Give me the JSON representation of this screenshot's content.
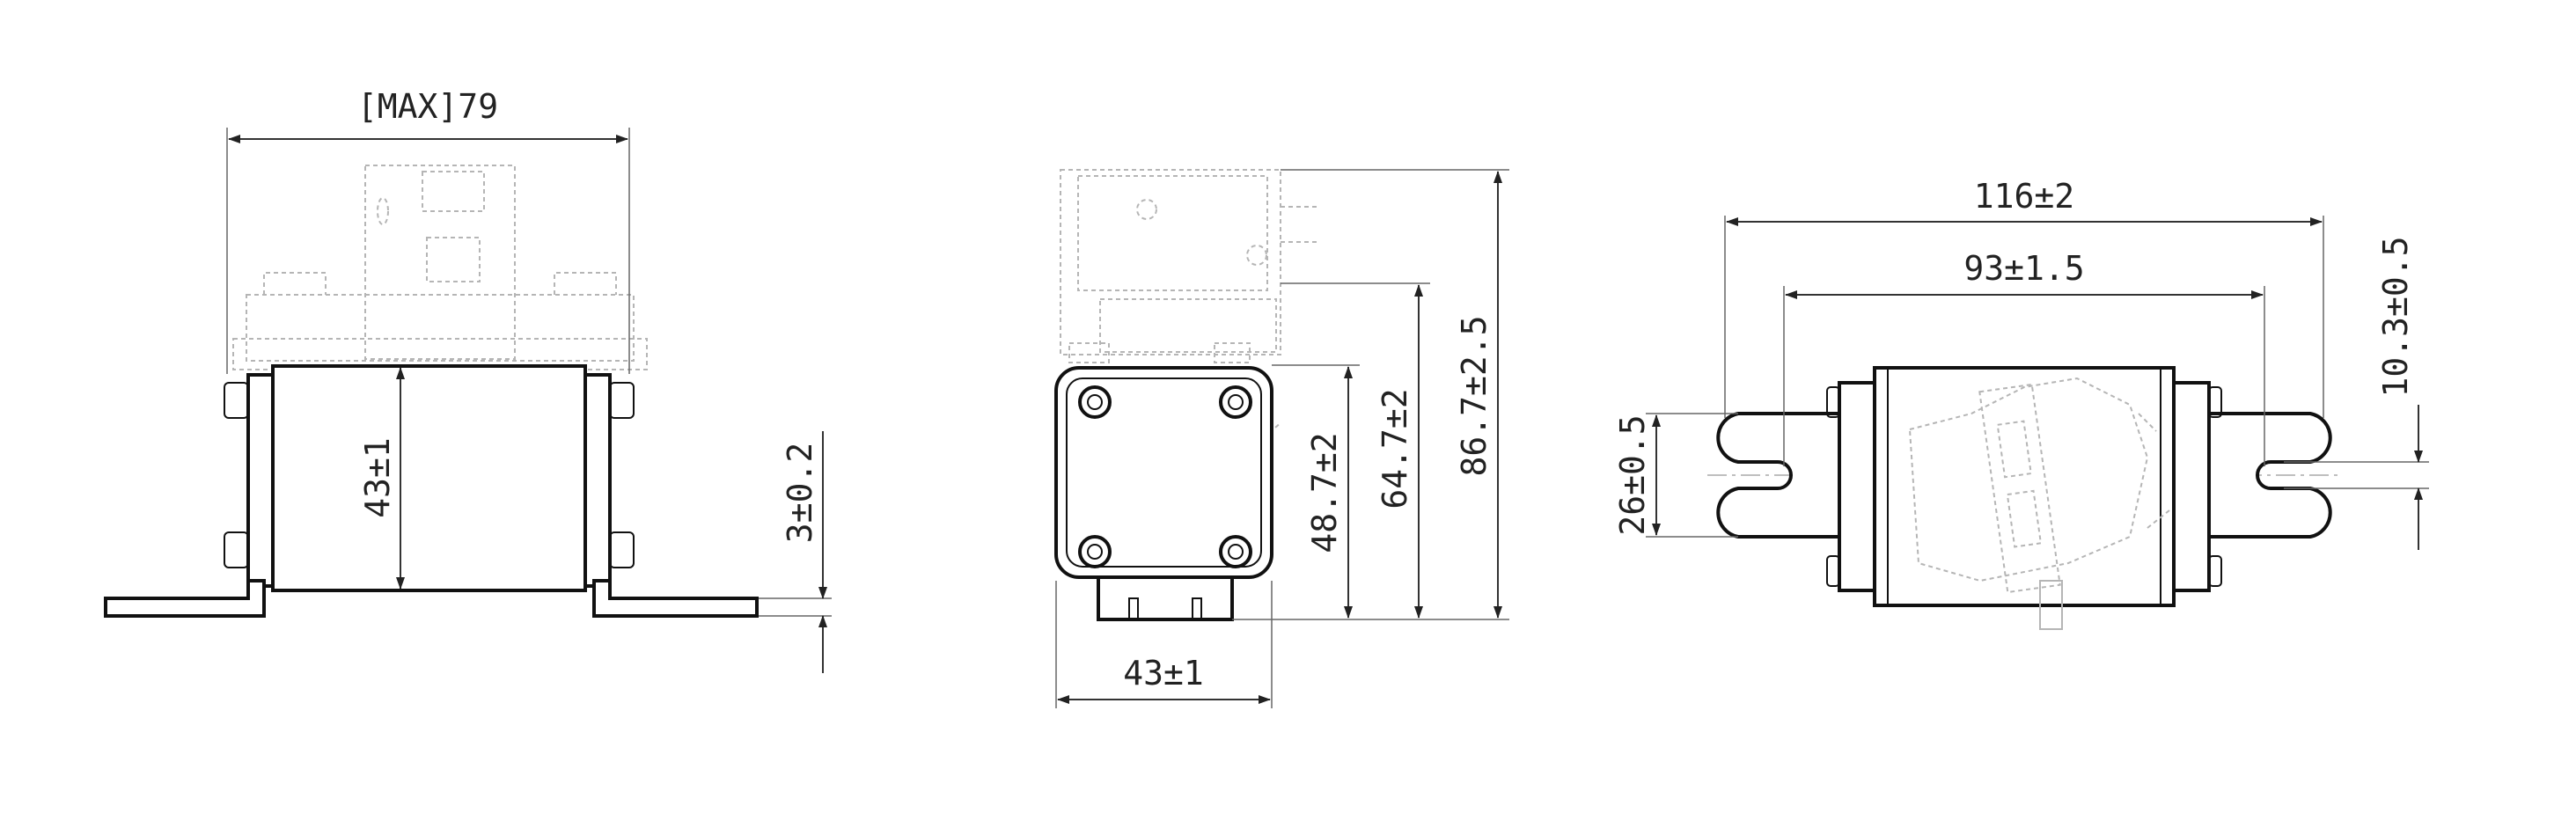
{
  "front_view": {
    "width_label": "[MAX]79",
    "height_label": "43±1",
    "tab_thickness_label": "3±0.2"
  },
  "side_view": {
    "width_label": "43±1",
    "dim_1_label": "48.7±2",
    "dim_2_label": "64.7±2",
    "dim_3_label": "86.7±2.5"
  },
  "top_view": {
    "overall_length_label": "116±2",
    "slot_pitch_label": "93±1.5",
    "tab_width_label": "26±0.5",
    "slot_width_label": "10.3±0.5"
  },
  "colors": {
    "outline": "#111111",
    "ghost_outline": "#b5b5b5",
    "dimension_line": "#333333"
  }
}
